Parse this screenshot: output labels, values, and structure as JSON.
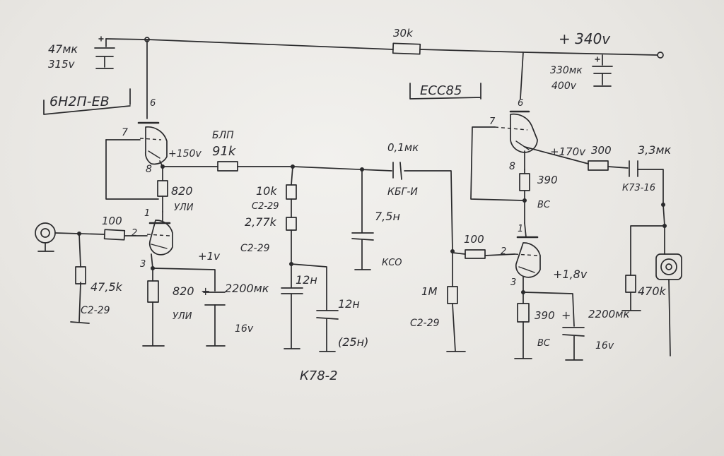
{
  "labels": {
    "supply_voltage": "+ 340v",
    "supply_resistor": "30k",
    "cap_47mk": "47мк",
    "cap_47mk_voltage": "315v",
    "tube1_type": "6Н2П-ЕВ",
    "tube2_type": "ECC85",
    "cap_330mk": "330мк",
    "cap_330mk_voltage": "400v",
    "pin_6": "6",
    "pin_7a": "7",
    "pin_8a": "8",
    "pin_1a": "1",
    "pin_2a": "2",
    "pin_3a": "3",
    "pin_6b": "6",
    "pin_7b": "7",
    "pin_8b": "8",
    "pin_1b": "1",
    "pin_2b": "2",
    "pin_3b": "3",
    "v_150": "+150v",
    "r_91k_type": "БЛП",
    "r_91k": "91k",
    "r_820_top": "820",
    "r_820_top_type": "УЛИ",
    "r_100_in": "100",
    "r_47k5": "47,5k",
    "r_47k5_type": "C2-29",
    "v_1": "+1v",
    "r_820_bot": "820",
    "r_820_bot_type": "УЛИ",
    "cap_2200_a": "2200мк",
    "cap_2200_a_voltage": "16v",
    "r_10k": "10k",
    "r_10k_type": "C2-29",
    "r_2k77": "2,77k",
    "r_2k77_type": "C2-29",
    "cap_12n_a": "12н",
    "cap_12n_b": "12н",
    "cap_25n": "(25н)",
    "cap_12n_type": "К78-2",
    "cap_01mk": "0,1мк",
    "cap_01mk_type": "КБГ-И",
    "cap_7n5": "7,5н",
    "cap_7n5_type": "КСО",
    "r_1m": "1M",
    "r_1m_type": "C2-29",
    "r_100_b": "100",
    "v_170": "+170v",
    "r_300": "300",
    "cap_3m3": "3,3мк",
    "cap_3m3_type": "К73-16",
    "r_390_top": "390",
    "r_390_top_type": "ВС",
    "v_1_8": "+1,8v",
    "r_390_bot": "390",
    "r_390_bot_type": "ВС",
    "cap_2200_b": "2200мк",
    "cap_2200_b_voltage": "16v",
    "r_470k": "470k",
    "polarity_plus_a": "+",
    "polarity_plus_b": "+"
  }
}
